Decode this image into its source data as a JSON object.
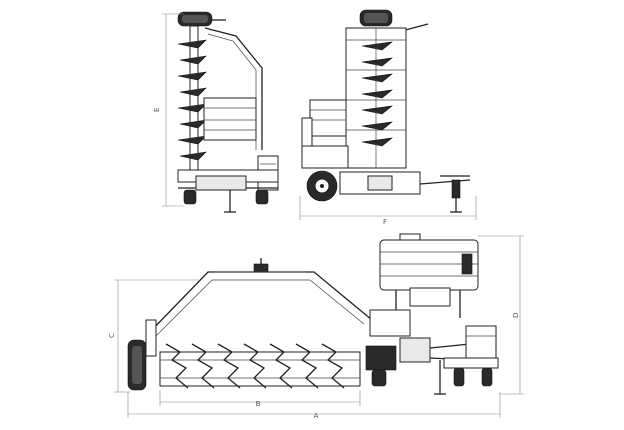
{
  "dimension_labels": {
    "A": "A",
    "B": "B",
    "C": "C",
    "D": "D",
    "E": "E",
    "F": "F"
  },
  "colors": {
    "ink": "#222222",
    "dimension": "#888888",
    "background": "#ffffff"
  }
}
